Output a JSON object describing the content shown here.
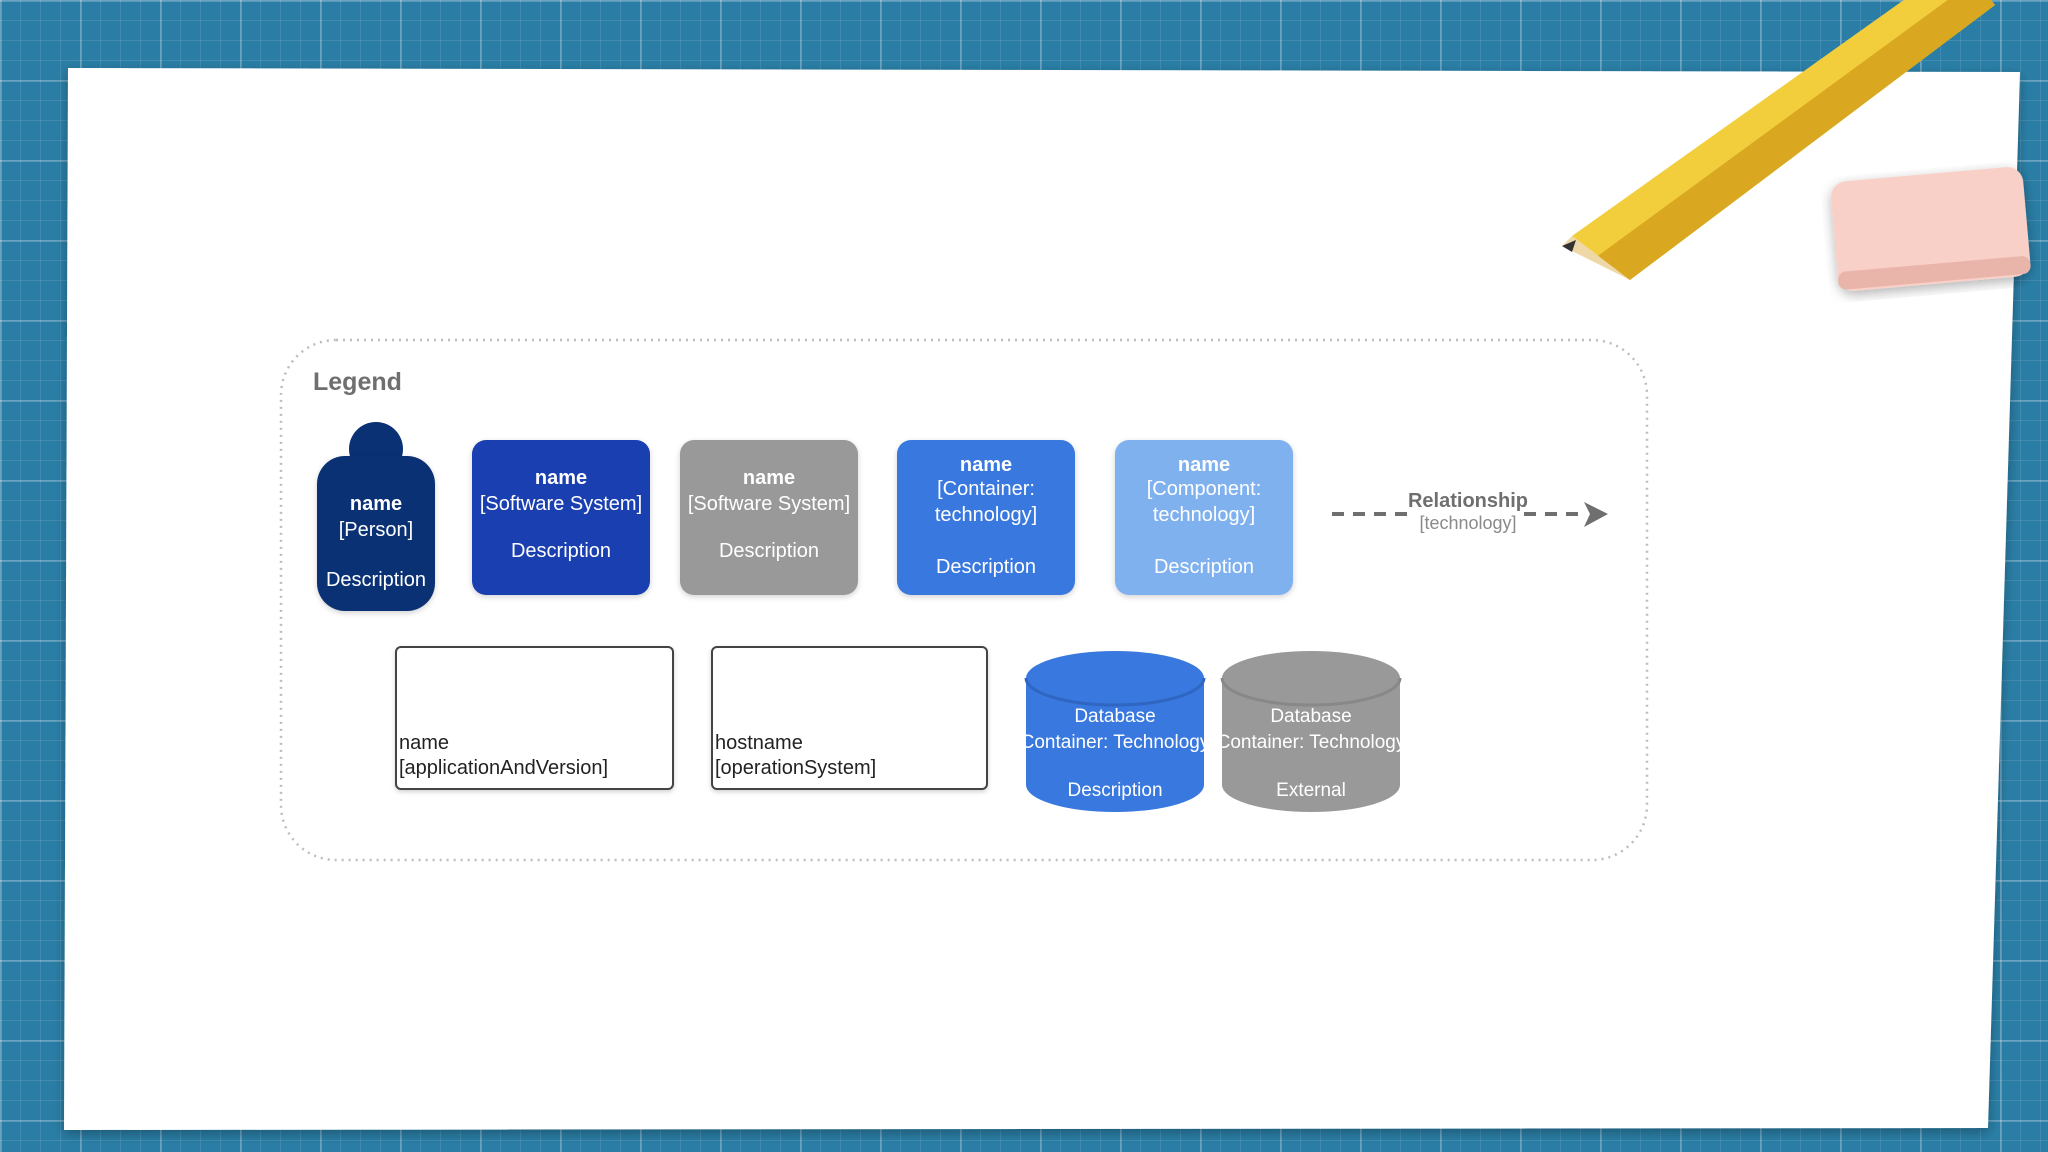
{
  "legend": {
    "title": "Legend"
  },
  "person": {
    "name": "name",
    "type": "[Person]",
    "description": "Description",
    "color": "#0b3175"
  },
  "software_system": {
    "name": "name",
    "type": "[Software System]",
    "description": "Description",
    "color": "#1a3fb0"
  },
  "external_system": {
    "name": "name",
    "type": "[Software System]",
    "description": "Description",
    "color": "#999999"
  },
  "container": {
    "name": "name",
    "type_line1": "[Container:",
    "type_line2": "technology]",
    "description": "Description",
    "color": "#3978de"
  },
  "component": {
    "name": "name",
    "type_line1": "[Component:",
    "type_line2": "technology]",
    "description": "Description",
    "color": "#80b1ef"
  },
  "relationship": {
    "name": "Relationship",
    "technology": "[technology]"
  },
  "deployment_node": {
    "line1": "name",
    "line2": "[applicationAndVersion]"
  },
  "infrastructure_node": {
    "line1": "hostname",
    "line2": "[operationSystem]"
  },
  "database": {
    "name": "Database",
    "type": "Container: Technology",
    "description": "Description",
    "color": "#3978de"
  },
  "external_database": {
    "name": "Database",
    "type": "Container: Technology",
    "description": "External",
    "color": "#999999"
  }
}
